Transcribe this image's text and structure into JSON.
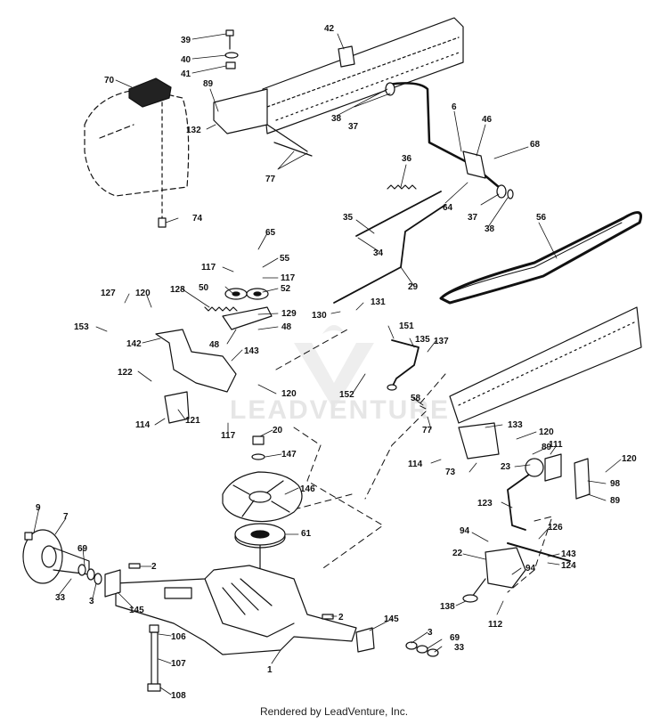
{
  "footer": {
    "text": "Rendered by LeadVenture, Inc."
  },
  "watermark": {
    "text": "LEADVENTURE"
  },
  "colors": {
    "ink": "#111111",
    "watermark": "#e6e6e6",
    "background": "#ffffff"
  },
  "labels": [
    "39",
    "40",
    "41",
    "42",
    "70",
    "89",
    "132",
    "77",
    "38",
    "37",
    "6",
    "46",
    "68",
    "36",
    "64",
    "37",
    "38",
    "56",
    "74",
    "35",
    "34",
    "65",
    "55",
    "117",
    "117",
    "50",
    "52",
    "127",
    "120",
    "128",
    "129",
    "29",
    "130",
    "131",
    "153",
    "48",
    "48",
    "142",
    "143",
    "151",
    "135",
    "137",
    "122",
    "120",
    "152",
    "58",
    "77",
    "133",
    "120",
    "121",
    "114",
    "117",
    "20",
    "147",
    "114",
    "73",
    "23",
    "89",
    "111",
    "120",
    "98",
    "89",
    "146",
    "123",
    "9",
    "7",
    "69",
    "61",
    "94",
    "126",
    "2",
    "22",
    "94",
    "143",
    "124",
    "33",
    "3",
    "145",
    "138",
    "112",
    "2",
    "145",
    "106",
    "3",
    "69",
    "33",
    "107",
    "1",
    "108"
  ]
}
